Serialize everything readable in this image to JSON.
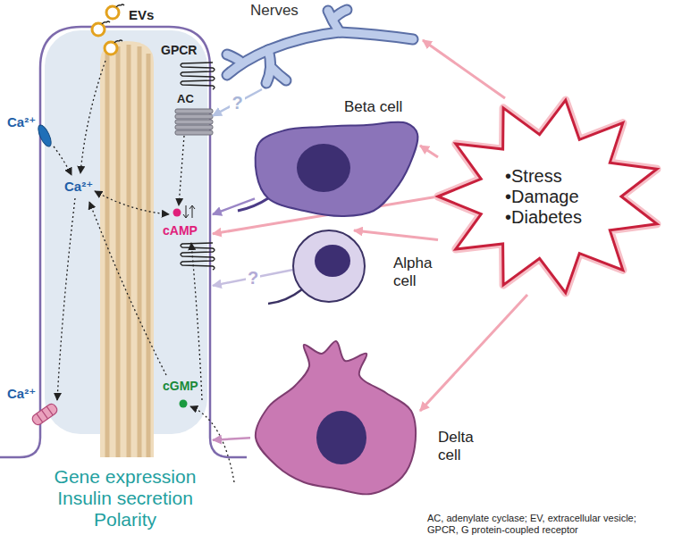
{
  "diagram": {
    "nodes": [
      {
        "text": [
          "Gene expression Insulin secretion Polarity"
        ]
      },
      {
        "text": [
          "Nerves"
        ]
      },
      {
        "text": [
          "Beta cell"
        ]
      },
      {
        "text": [
          "•Stress •Damage •Diabetes"
        ]
      },
      {
        "text": [
          "Alpha cell"
        ]
      },
      {
        "text": [
          "Delta cell"
        ]
      }
    ],
    "edges": [
      {
        "from": 1,
        "to": 0,
        "arrow": "to",
        "label": "?"
      },
      {
        "from": 2,
        "to": 0,
        "arrow": "to"
      },
      {
        "from": 3,
        "to": 0,
        "arrow": "to"
      },
      {
        "from": 4,
        "to": 0,
        "arrow": "to",
        "label": "?"
      },
      {
        "from": 5,
        "to": 0,
        "arrow": "to"
      },
      {
        "from": 3,
        "to": 1,
        "arrow": "to"
      },
      {
        "from": 3,
        "to": 2,
        "arrow": "to"
      },
      {
        "from": 3,
        "to": 4,
        "arrow": "to"
      },
      {
        "from": 3,
        "to": 5,
        "arrow": "to"
      }
    ],
    "labels": [
      "EVs",
      "GPCR",
      "AC",
      "Ca²⁺",
      "Ca²⁺",
      "cAMP",
      "Ca²⁺",
      "cGMP",
      "AC, adenylate cyclase; EV, extracellular vesicle; GPCR, G protein-coupled receptor"
    ]
  }
}
